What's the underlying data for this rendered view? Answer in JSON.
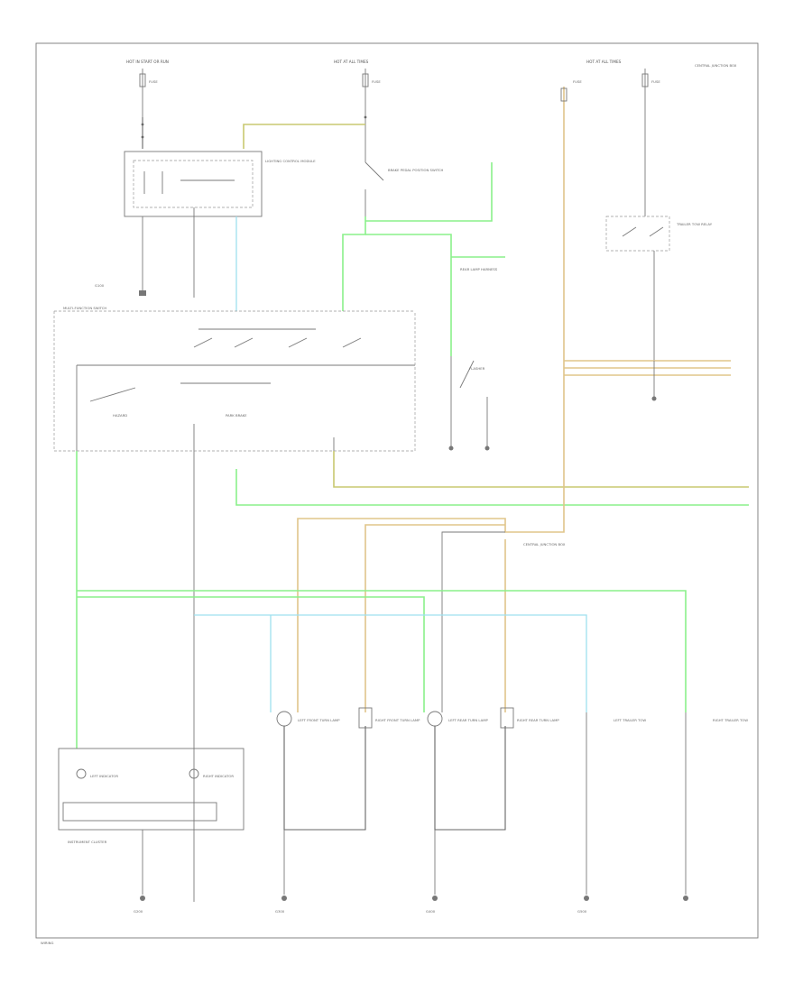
{
  "labels": {
    "hot_start": "HOT IN START OR RUN",
    "hot_all_1": "HOT AT ALL TIMES",
    "hot_all_2": "HOT AT ALL TIMES",
    "fuse_1": "FUSE",
    "fuse_2": "FUSE",
    "fuse_3": "FUSE",
    "fuse_4": "FUSE",
    "central_junction": "CENTRAL JUNCTION BOX",
    "lighting_ctrl": "LIGHTING CONTROL MODULE",
    "brake_switch": "BRAKE PEDAL POSITION SWITCH",
    "multifunction": "MULTI-FUNCTION SWITCH",
    "hazard": "HAZARD",
    "park_brake": "PARK BRAKE",
    "instrument_cluster": "INSTRUMENT CLUSTER",
    "left_ind": "LEFT INDICATOR",
    "right_ind": "RIGHT INDICATOR",
    "trailer_relay": "TRAILER TOW RELAY",
    "flasher": "FLASHER",
    "rear_lamp_harness": "REAR LAMP HARNESS",
    "lf_turn": "LEFT FRONT TURN LAMP",
    "rf_turn": "RIGHT FRONT TURN LAMP",
    "lr_turn": "LEFT REAR TURN LAMP",
    "rr_turn": "RIGHT REAR TURN LAMP",
    "lh_trailer": "LEFT TRAILER TOW",
    "rh_trailer": "RIGHT TRAILER TOW",
    "g100": "G100",
    "g200": "G200",
    "g300": "G300",
    "g400": "G400",
    "g500": "G500",
    "footer": "WIRING"
  },
  "colors": {
    "green": "#8af08a",
    "tan": "#e0c58a",
    "blue": "#9fe0ef",
    "yellow": "#c8c870",
    "wire": "#7a7a7a"
  }
}
